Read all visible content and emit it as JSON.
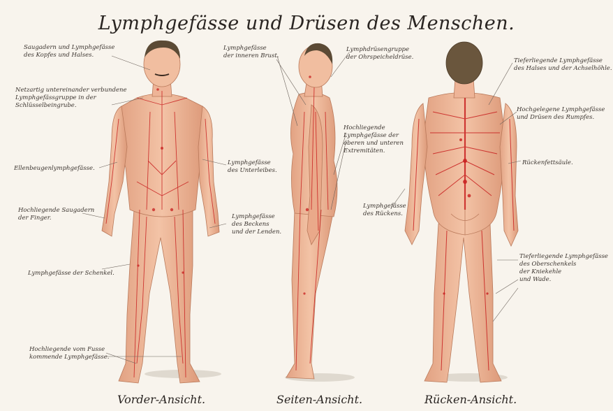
{
  "title": "Lymphgefässe und Drüsen des Menschen.",
  "views": {
    "front": "Vorder-Ansicht.",
    "side": "Seiten-Ansicht.",
    "back": "Rücken-Ansicht."
  },
  "labels": {
    "front_head": [
      "Saugadern und Lymphgefässe",
      "des Kopfes und Halses."
    ],
    "front_clavicle": [
      "Netzartig untereinander verbundene",
      "Lymphgefässgruppe in der",
      "Schlüsselbeingrube."
    ],
    "front_arm": [
      "Ellenbeugenlymphgefässe."
    ],
    "front_fingers": [
      "Hochliegende Saugadern",
      "der Finger."
    ],
    "front_thigh": [
      "Lymphgefässe der Schenkel."
    ],
    "front_feet": [
      "Hochliegende vom Fusse",
      "kommende Lymphgefässe."
    ],
    "front_abdomen": [
      "Lymphgefässe",
      "des Unterleibes."
    ],
    "front_pelvis": [
      "Lymphgefässe",
      "des Beckens",
      "und der Lenden."
    ],
    "side_chest": [
      "Lymphgefässe",
      "der inneren Brust."
    ],
    "side_ear": [
      "Lymphdrüsengruppe",
      "der Ohrspeicheldrüse."
    ],
    "side_limbs": [
      "Hochliegende",
      "Lymphgefässe der",
      "oberen und unteren",
      "Extremitäten."
    ],
    "side_back": [
      "Lymphgefässe",
      "des Rückens."
    ],
    "back_neck": [
      "Tieferliegende Lymphgefässe",
      "des Halses und der Achselhöhle."
    ],
    "back_trunk": [
      "Hochgelegene Lymphgefässe",
      "und Drüsen des Rumpfes."
    ],
    "back_spine": [
      "Rückenfettsäule."
    ],
    "back_legs": [
      "Tieferliegende Lymphgefässe",
      "des Oberschenkels",
      "der Kniekehle",
      "und Wade."
    ]
  },
  "colors": {
    "paper": "#f8f4ed",
    "skin": "#f0b99a",
    "skin_shade": "#d98f6e",
    "vessel": "#c81e1e",
    "ink": "#2a2522",
    "hair": "#5b4a35"
  }
}
